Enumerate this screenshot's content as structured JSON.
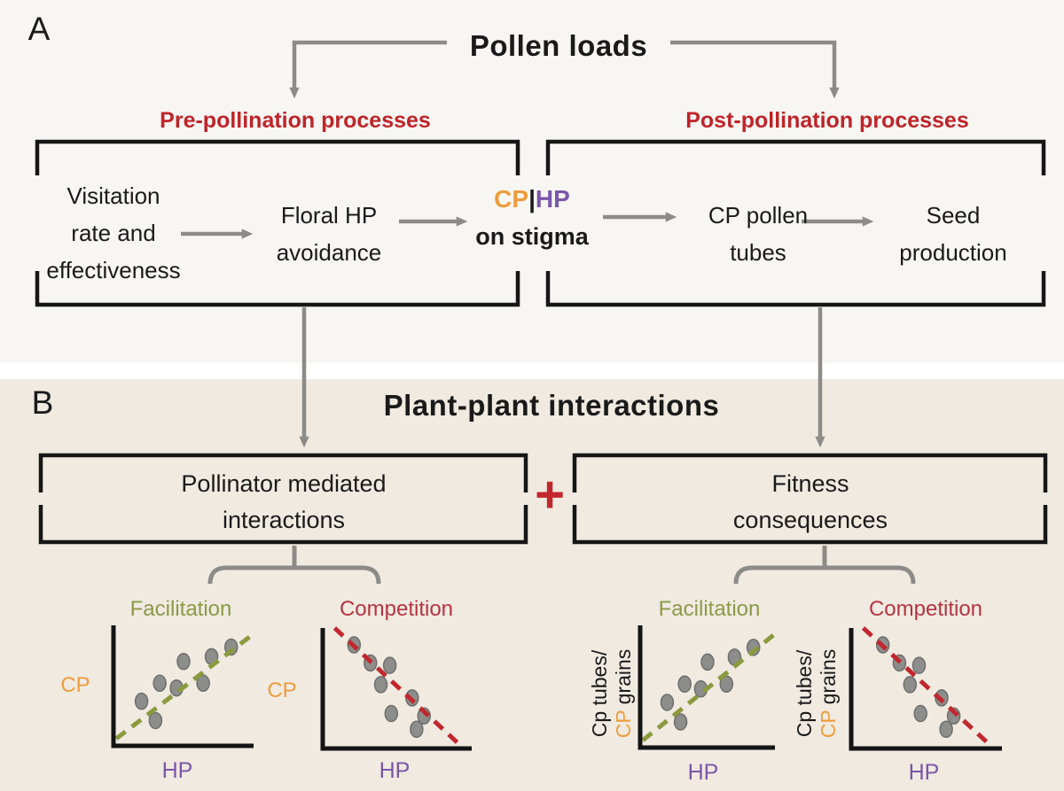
{
  "colors": {
    "panel_a_bg": "#F7F6F3",
    "panel_b_bg": "#F0EAE1",
    "divider": "#FFFFFF",
    "heading_red": "#BE2429",
    "plus_red": "#C1272D",
    "arrow_gray": "#8C8B88",
    "ink": "#1A1A1A",
    "cp_orange": "#EE9C3C",
    "hp_purple": "#7B57A8",
    "facilitation_green": "#8A9A46",
    "competition_red": "#B53440",
    "trend_green": "#8A9A3E",
    "trend_red": "#C1272D",
    "point_fill": "#8D8D8B",
    "point_stroke": "#6F6F6D",
    "axis_black": "#141414"
  },
  "panel_a": {
    "label": "A",
    "title": "Pollen loads",
    "pre_heading": "Pre-pollination processes",
    "post_heading": "Post-pollination processes",
    "nodes": {
      "visitation": [
        "Visitation",
        "rate and",
        "effectiveness"
      ],
      "floral": [
        "Floral HP",
        "avoidance"
      ],
      "cphp": {
        "cp": "CP",
        "sep": "|",
        "hp": "HP",
        "line2": "on stigma"
      },
      "tubes": [
        "CP pollen",
        "tubes"
      ],
      "seed": [
        "Seed",
        "production"
      ]
    }
  },
  "panel_b": {
    "label": "B",
    "title": "Plant-plant interactions",
    "left_box": [
      "Pollinator mediated",
      "interactions"
    ],
    "plus": "+",
    "right_box": [
      "Fitness",
      "consequences"
    ]
  },
  "chart_data": [
    {
      "type": "scatter",
      "title": "Facilitation",
      "xlabel": "HP",
      "ylabel": "CP",
      "x": [
        0.2,
        0.3,
        0.33,
        0.45,
        0.5,
        0.64,
        0.7,
        0.84
      ],
      "y": [
        0.37,
        0.21,
        0.52,
        0.48,
        0.7,
        0.52,
        0.74,
        0.82
      ],
      "trend": {
        "slope": "positive",
        "style": "dashed",
        "color": "#8A9A3E",
        "x1": 0.02,
        "y1": 0.06,
        "x2": 1.0,
        "y2": 0.93
      },
      "xlim": [
        0,
        1
      ],
      "ylim": [
        0,
        1
      ],
      "grid": false,
      "note": "conceptual plot, axes without ticks"
    },
    {
      "type": "scatter",
      "title": "Competition",
      "xlabel": "HP",
      "ylabel": "CP",
      "x": [
        0.21,
        0.32,
        0.45,
        0.39,
        0.6,
        0.46,
        0.68,
        0.63
      ],
      "y": [
        0.86,
        0.71,
        0.69,
        0.53,
        0.42,
        0.29,
        0.27,
        0.16
      ],
      "trend": {
        "slope": "negative",
        "style": "dashed",
        "color": "#C1272D",
        "x1": 0.08,
        "y1": 1.0,
        "x2": 0.92,
        "y2": 0.03
      },
      "xlim": [
        0,
        1
      ],
      "ylim": [
        0,
        1
      ],
      "grid": false,
      "note": "conceptual plot, axes without ticks"
    },
    {
      "type": "scatter",
      "title": "Facilitation",
      "xlabel": "HP",
      "ylabel": "Cp tubes/ CP grains",
      "ylabel_line1": "Cp tubes/",
      "ylabel_line2_cp": "CP",
      "ylabel_line2_rest": " grains",
      "x": [
        0.2,
        0.3,
        0.33,
        0.45,
        0.5,
        0.64,
        0.7,
        0.84
      ],
      "y": [
        0.37,
        0.21,
        0.52,
        0.48,
        0.7,
        0.52,
        0.74,
        0.82
      ],
      "trend": {
        "slope": "positive",
        "style": "dashed",
        "color": "#8A9A3E",
        "x1": 0.02,
        "y1": 0.06,
        "x2": 1.0,
        "y2": 0.93
      },
      "xlim": [
        0,
        1
      ],
      "ylim": [
        0,
        1
      ],
      "grid": false,
      "note": "conceptual plot, axes without ticks"
    },
    {
      "type": "scatter",
      "title": "Competition",
      "xlabel": "HP",
      "ylabel": "Cp tubes/ CP grains",
      "ylabel_line1": "Cp tubes/",
      "ylabel_line2_cp": "CP",
      "ylabel_line2_rest": " grains",
      "x": [
        0.21,
        0.32,
        0.45,
        0.39,
        0.6,
        0.46,
        0.68,
        0.63
      ],
      "y": [
        0.86,
        0.71,
        0.69,
        0.53,
        0.42,
        0.29,
        0.27,
        0.16
      ],
      "trend": {
        "slope": "negative",
        "style": "dashed",
        "color": "#C1272D",
        "x1": 0.08,
        "y1": 1.0,
        "x2": 0.92,
        "y2": 0.03
      },
      "xlim": [
        0,
        1
      ],
      "ylim": [
        0,
        1
      ],
      "grid": false,
      "note": "conceptual plot, axes without ticks"
    }
  ]
}
